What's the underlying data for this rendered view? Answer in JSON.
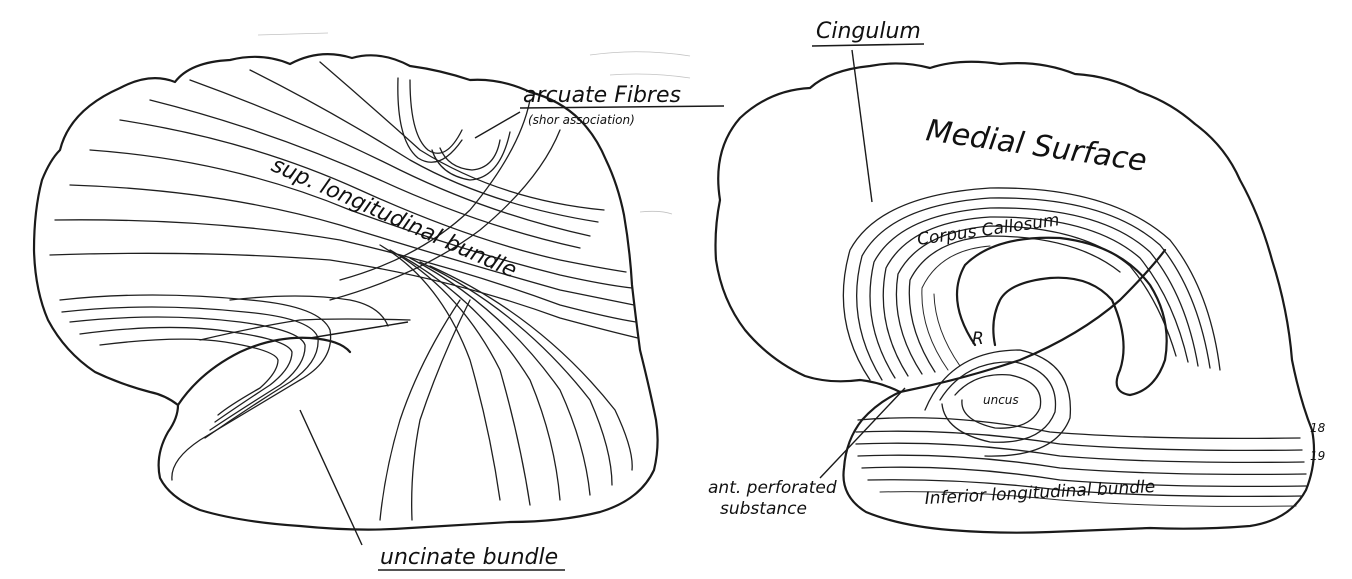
{
  "left_hemisphere": {
    "labels": {
      "arcuate_fibres": "arcuate Fibres",
      "short_association": "(shor association)",
      "sup_longitudinal_bundle": "sup. longitudinal bundle",
      "uncinate_bundle": "uncinate bundle"
    }
  },
  "right_hemisphere": {
    "labels": {
      "cingulum": "Cingulum",
      "medial_surface": "Medial Surface",
      "corpus_callosum": "Corpus Callosum",
      "r_marker": "R",
      "uncus": "uncus",
      "ant_perforated_1": "ant. perforated",
      "ant_perforated_2": "substance",
      "inferior_longitudinal_bundle": "Inferior longitudinal bundle",
      "num_18": "18",
      "num_19": "19"
    }
  },
  "colors": {
    "ink": "#1a1a1a",
    "paper": "#ffffff"
  }
}
